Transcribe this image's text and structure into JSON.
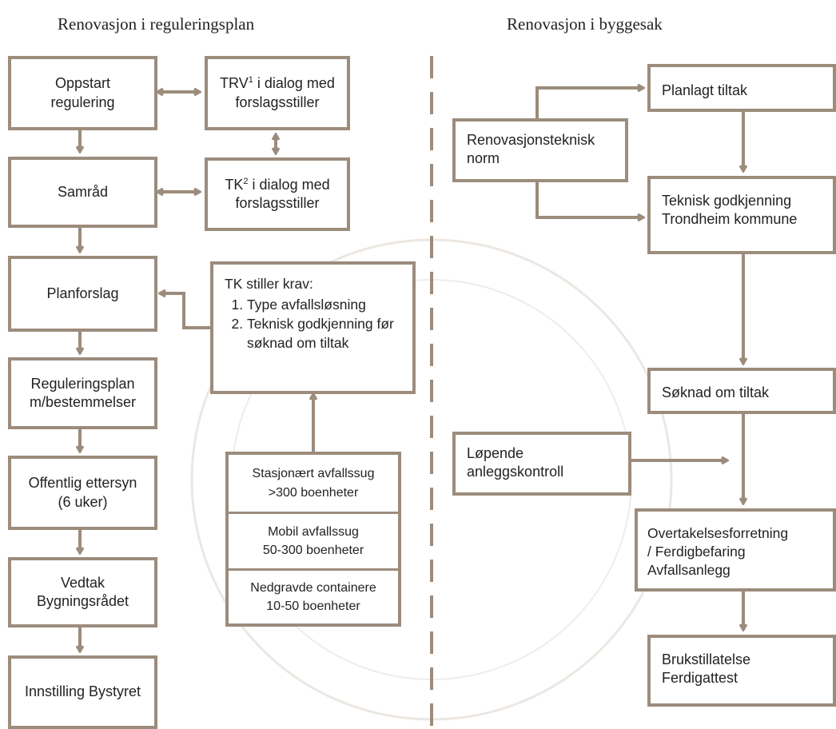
{
  "headings": {
    "left": "Renovasjon i reguleringsplan",
    "right": "Renovasjon i byggesak"
  },
  "left_flow": {
    "oppstart": [
      "Oppstart",
      "regulering"
    ],
    "samrad": "Samråd",
    "planforslag": "Planforslag",
    "reguleringsplan": [
      "Reguleringsplan",
      "m/bestemmelser"
    ],
    "offentlig": [
      "Offentlig ettersyn",
      "(6 uker)"
    ],
    "vedtak": [
      "Vedtak",
      "Bygningsrådet"
    ],
    "innstilling": "Innstilling Bystyret"
  },
  "dialog": {
    "trv": {
      "prefix": "TRV",
      "sup": "1",
      "suffix": " i dialog med",
      "line2": "forslagsstiller"
    },
    "tk": {
      "prefix": "TK",
      "sup": "2",
      "suffix": " i dialog med",
      "line2": "forslagsstiller"
    }
  },
  "tk_krav": {
    "title": "TK stiller krav:",
    "items": [
      "Type avfallsløsning",
      "Teknisk godkjenning før søknad om tiltak"
    ]
  },
  "solutions": [
    {
      "line1": "Stasjonært avfallssug",
      "line2": ">300 boenheter"
    },
    {
      "line1": "Mobil avfallssug",
      "line2": "50-300 boenheter"
    },
    {
      "line1": "Nedgravde containere",
      "line2": "10-50 boenheter"
    }
  ],
  "right_flow": {
    "planlagt": "Planlagt tiltak",
    "norm": [
      "Renovasjonsteknisk",
      "norm"
    ],
    "teknisk": [
      "Teknisk godkjenning",
      "Trondheim kommune"
    ],
    "soknad": "Søknad om tiltak",
    "lopende": [
      "Løpende",
      "anleggskontroll"
    ],
    "overtakelse": [
      "Overtakelsesforretning",
      "/ Ferdigbefaring",
      "Avfallsanlegg"
    ],
    "bruk": [
      "Brukstillatelse",
      "Ferdigattest"
    ]
  },
  "colors": {
    "line": "#9c8c7c",
    "text": "#222222",
    "watermark": "#e9e4df"
  }
}
